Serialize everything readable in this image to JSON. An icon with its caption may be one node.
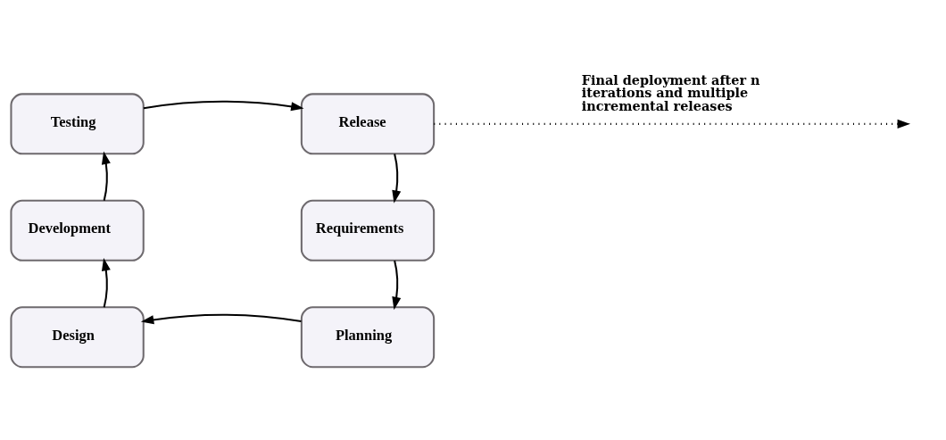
{
  "diagram": {
    "nodes": [
      {
        "text": [
          "Testing"
        ]
      },
      {
        "text": [
          "Release"
        ]
      },
      {
        "text": [
          "Requirements"
        ]
      },
      {
        "text": [
          "Planning"
        ]
      },
      {
        "text": [
          "Design"
        ]
      },
      {
        "text": [
          "Development"
        ]
      }
    ],
    "edges": [
      {
        "from": 0,
        "to": 1,
        "arrow": "to"
      },
      {
        "from": 1,
        "to": 2,
        "arrow": "to"
      },
      {
        "from": 2,
        "to": 3,
        "arrow": "to"
      },
      {
        "from": 3,
        "to": 4,
        "arrow": "to"
      },
      {
        "from": 4,
        "to": 5,
        "arrow": "to"
      },
      {
        "from": 5,
        "to": 0,
        "arrow": "to"
      },
      {
        "from": 1,
        "to": null,
        "arrow": "to",
        "style": "dashed",
        "label": "Final deployment after n iterations and multiple incremental releases"
      }
    ]
  }
}
